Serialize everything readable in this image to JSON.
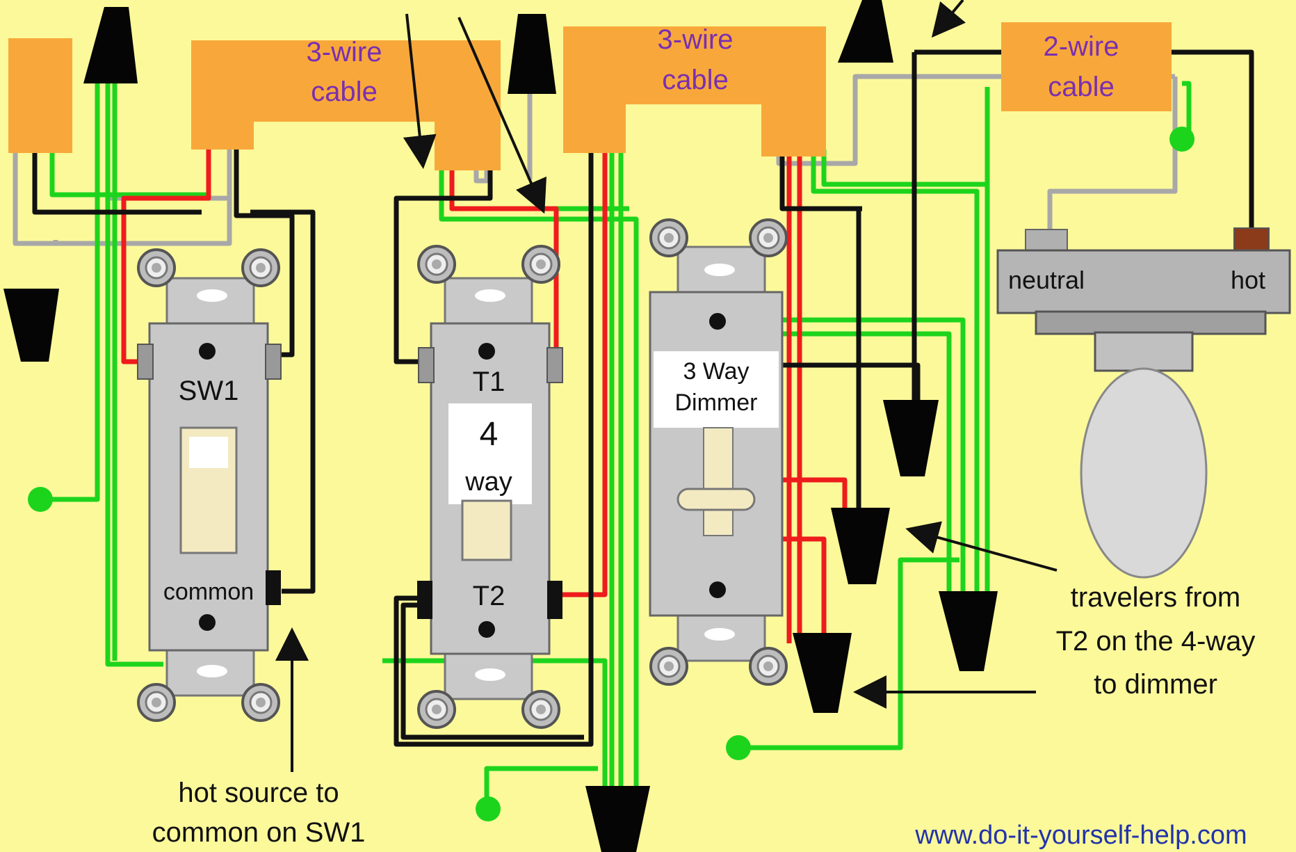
{
  "colors": {
    "background": "#FBF99A",
    "cable": "#F8A83A",
    "cable_text": "#7A2FB0",
    "hot_wire": "#EE1C1C",
    "ground_wire": "#1DD41D",
    "black_wire": "#111111",
    "neutral_wire": "#A8A8A8",
    "switch_body": "#C8C8C8",
    "url_text": "#2233AA"
  },
  "cables": {
    "left": {
      "line1": "3-wire",
      "line2": "cable"
    },
    "middle": {
      "line1": "3-wire",
      "line2": "cable"
    },
    "right": {
      "line1": "2-wire",
      "line2": "cable"
    }
  },
  "switches": {
    "sw1": {
      "name": "SW1",
      "terminal": "common"
    },
    "four_way": {
      "t1": "T1",
      "number": "4",
      "word": "way",
      "t2": "T2"
    },
    "dimmer": {
      "line1": "3 Way",
      "line2": "Dimmer"
    }
  },
  "fixture": {
    "neutral": "neutral",
    "hot": "hot"
  },
  "annotations": {
    "hot_source": {
      "line1": "hot source to",
      "line2": "common on SW1"
    },
    "travelers": {
      "line1": "travelers from",
      "line2": "T2 on the 4-way",
      "line3": "to dimmer"
    }
  },
  "website": "www.do-it-yourself-help.com"
}
